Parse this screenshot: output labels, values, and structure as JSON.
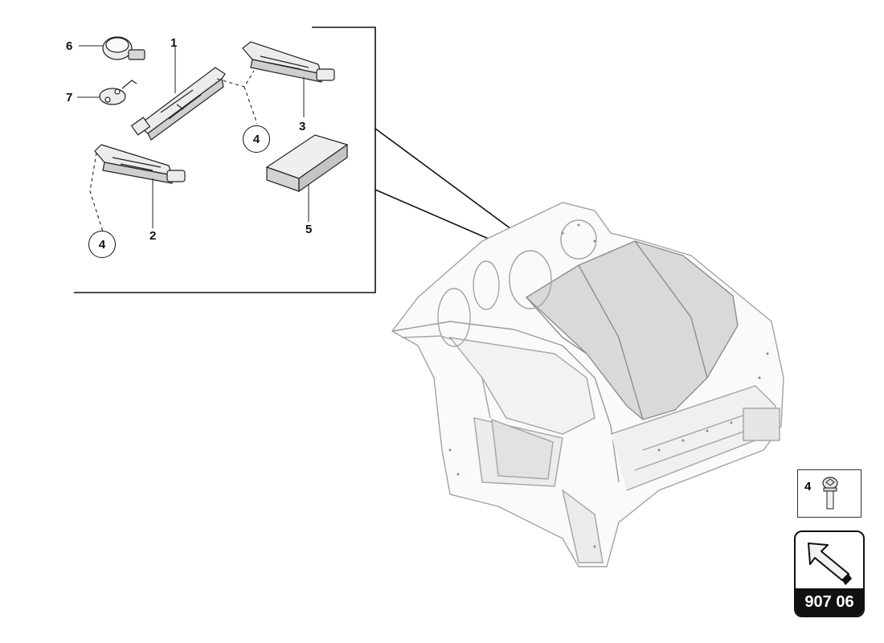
{
  "callouts": {
    "p1": "1",
    "p2": "2",
    "p3": "3",
    "p4a": "4",
    "p4b": "4",
    "p5": "5",
    "p6": "6",
    "p7": "7"
  },
  "legend": {
    "label": "4"
  },
  "nav": {
    "label": "907 06",
    "icon": "arrow-up-left-icon"
  },
  "colors": {
    "line": "#111111",
    "body": "#9a9a9a",
    "panel": "#d6d6d6"
  }
}
